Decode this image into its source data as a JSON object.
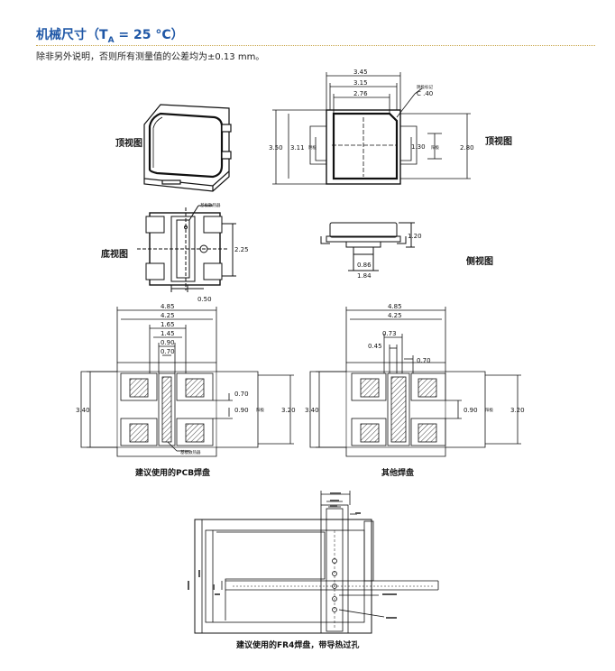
{
  "header": {
    "title_prefix": "机械尺寸（T",
    "title_sub": "A",
    "title_suffix": " = 25 °C）",
    "note": "除非另外说明，否则所有测量值的公差均为±0.13 mm。"
  },
  "views": {
    "top": "顶视图",
    "bottom": "底视图",
    "side": "侧视图"
  },
  "top_view": {
    "width_outer": "3.45",
    "width_mid": "3.15",
    "width_inner": "2.76",
    "cathode_mark_label": "阴极标记",
    "chamfer": "C .40",
    "height_outer": "3.50",
    "height_inner": "3.11",
    "cathode": "阴极",
    "pad_gap": "1.30",
    "anode": "阳极",
    "height_right": "2.80"
  },
  "bottom_view": {
    "heatsink_label": "基板散热器",
    "height": "2.25",
    "width": "0.50"
  },
  "side_view": {
    "height": "1.20",
    "pad_width": "0.86",
    "body_width": "1.84"
  },
  "pcb_pad": {
    "w1": "4.85",
    "w2": "4.25",
    "w3": "1.65",
    "w4": "1.45",
    "w5": "0.90",
    "w6": "0.70",
    "h_left": "3.40",
    "h_right": "3.20",
    "pad_h": "0.70",
    "gap": "0.90",
    "anode": "阳极",
    "heatsink_label": "基板散热器",
    "caption": "建议使用的PCB焊盘"
  },
  "other_pad": {
    "w1": "4.85",
    "w2": "4.25",
    "w3": "0.73",
    "w4": "0.45",
    "w5": "0.70",
    "h_left": "3.40",
    "h_right": "3.20",
    "gap": "0.90",
    "anode": "阳极",
    "caption": "其他焊盘"
  },
  "fr4": {
    "caption": "建议使用的FR4焊盘，带导热过孔"
  }
}
